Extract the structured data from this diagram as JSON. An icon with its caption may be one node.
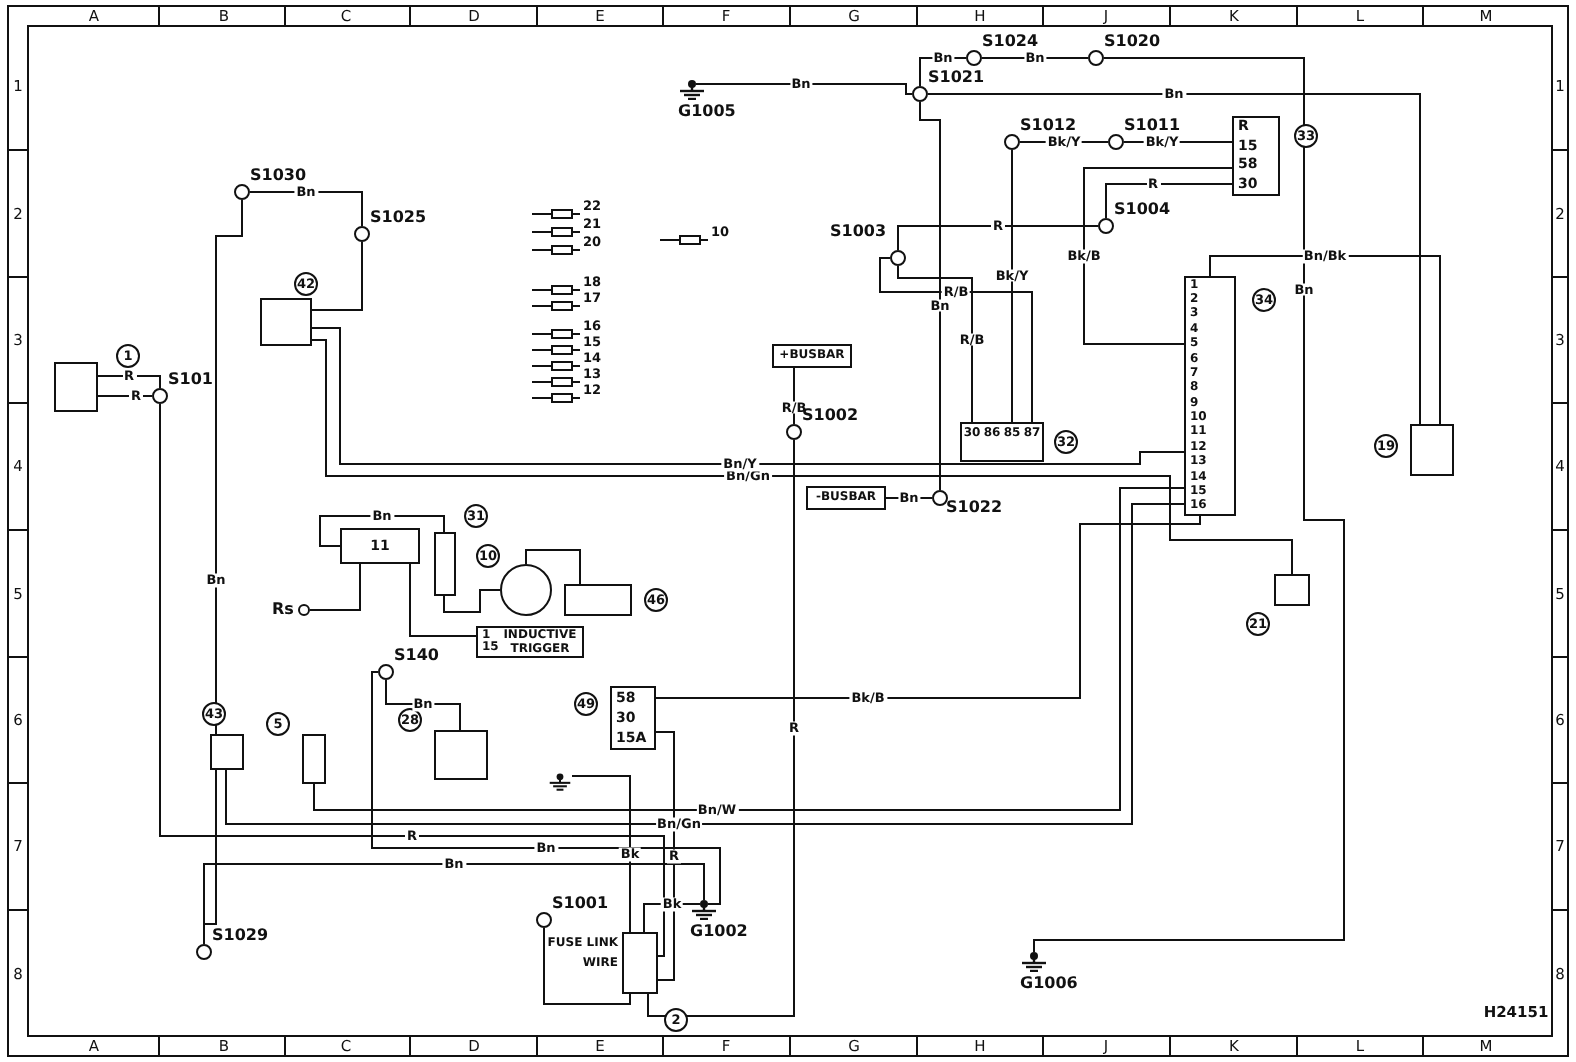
{
  "diagram": {
    "nodes": [
      {
        "text": [],
        "shape": "box",
        "beside": [
          "1"
        ]
      },
      {
        "text": [
          "S101"
        ]
      },
      {
        "text": [
          "S1030"
        ]
      },
      {
        "text": [
          "S1025"
        ]
      },
      {
        "text": [],
        "shape": "box",
        "beside": [
          "42"
        ]
      },
      {
        "text": [
          "G1005"
        ]
      },
      {
        "text": [
          "S1021"
        ]
      },
      {
        "text": [
          "S1024"
        ]
      },
      {
        "text": [
          "S1020"
        ]
      },
      {
        "text": [
          "S1012"
        ]
      },
      {
        "text": [
          "S1011"
        ]
      },
      {
        "text": [
          "R",
          "15",
          "58",
          "30"
        ],
        "beside": [
          "33"
        ]
      },
      {
        "text": [
          "S1004"
        ]
      },
      {
        "text": [
          "S1003"
        ]
      },
      {
        "text": [
          "1",
          "2",
          "3",
          "4",
          "5",
          "6",
          "7",
          "8",
          "9",
          "10",
          "11",
          "12",
          "13",
          "14",
          "15",
          "16"
        ],
        "beside": [
          "34"
        ]
      },
      {
        "text": [
          "+BUSBAR"
        ]
      },
      {
        "text": [
          "S1002"
        ]
      },
      {
        "text": [
          "30",
          "86",
          "85",
          "87"
        ],
        "beside": [
          "32"
        ]
      },
      {
        "text": [
          "-BUSBAR"
        ]
      },
      {
        "text": [
          "S1022"
        ]
      },
      {
        "text": [],
        "shape": "box",
        "beside": [
          "19"
        ]
      },
      {
        "text": [],
        "shape": "box",
        "beside": [
          "21"
        ]
      },
      {
        "text": [
          "11"
        ]
      },
      {
        "text": [],
        "shape": "box",
        "beside": [
          "31"
        ]
      },
      {
        "text": [],
        "shape": "circle",
        "beside": [
          "10"
        ]
      },
      {
        "text": [],
        "shape": "box",
        "beside": [
          "46"
        ]
      },
      {
        "text": [
          "1",
          "15",
          "INDUCTIVE TRIGGER"
        ]
      },
      {
        "text": [
          "Rs"
        ]
      },
      {
        "text": [
          "S140"
        ]
      },
      {
        "text": [],
        "shape": "box",
        "beside": [
          "43"
        ]
      },
      {
        "text": [],
        "shape": "box",
        "beside": [
          "5"
        ]
      },
      {
        "text": [],
        "shape": "box",
        "beside": [
          "28"
        ]
      },
      {
        "text": [
          "58",
          "30",
          "15A"
        ],
        "beside": [
          "49"
        ]
      },
      {
        "text": [],
        "shape": "ground"
      },
      {
        "text": [
          "S1001"
        ]
      },
      {
        "text": [
          "FUSE LINK WIRE"
        ],
        "beside": [
          "2"
        ]
      },
      {
        "text": [
          "G1002"
        ]
      },
      {
        "text": [
          "S1029"
        ]
      },
      {
        "text": [
          "G1006"
        ]
      }
    ],
    "edges": [
      {
        "from": 0,
        "to": 1,
        "arrow": "none",
        "label": "R"
      },
      {
        "from": 0,
        "to": 1,
        "arrow": "none",
        "label": "R"
      },
      {
        "from": 2,
        "to": 3,
        "arrow": "none",
        "label": "Bn"
      },
      {
        "from": 3,
        "to": 4,
        "arrow": "none"
      },
      {
        "from": 2,
        "to": 37,
        "arrow": "none",
        "label": "Bn"
      },
      {
        "from": 5,
        "to": 6,
        "arrow": "none",
        "label": "Bn"
      },
      {
        "from": 6,
        "to": 7,
        "arrow": "none",
        "label": "Bn"
      },
      {
        "from": 7,
        "to": 8,
        "arrow": "none",
        "label": "Bn"
      },
      {
        "from": 8,
        "to": 38,
        "arrow": "none",
        "label": "Bn"
      },
      {
        "from": 6,
        "to": 20,
        "arrow": "none",
        "label": "Bn"
      },
      {
        "from": 9,
        "to": 10,
        "arrow": "none",
        "label": "Bk/Y"
      },
      {
        "from": 10,
        "to": 11,
        "arrow": "none",
        "label": "Bk/Y"
      },
      {
        "from": 11,
        "to": 14,
        "arrow": "none",
        "label": "Bk/B"
      },
      {
        "from": 12,
        "to": 11,
        "arrow": "none",
        "label": "R"
      },
      {
        "from": 13,
        "to": 12,
        "arrow": "none",
        "label": "R"
      },
      {
        "from": 13,
        "to": 17,
        "arrow": "none",
        "label": "R/B"
      },
      {
        "from": 13,
        "to": 17,
        "arrow": "none",
        "label": "R/B"
      },
      {
        "from": 16,
        "to": 15,
        "arrow": "none",
        "label": "R/B"
      },
      {
        "from": 18,
        "to": 19,
        "arrow": "none",
        "label": "Bn"
      },
      {
        "from": 14,
        "to": 20,
        "arrow": "none",
        "label": "Bn/Bk"
      },
      {
        "from": 4,
        "to": 21,
        "arrow": "none",
        "label": "Bn/Gn"
      },
      {
        "from": 4,
        "to": 14,
        "arrow": "none",
        "label": "Bn/Y"
      },
      {
        "from": 23,
        "to": 22,
        "arrow": "none",
        "label": "Bn"
      },
      {
        "from": 26,
        "to": 22,
        "arrow": "none"
      },
      {
        "from": 23,
        "to": 24,
        "arrow": "none"
      },
      {
        "from": 24,
        "to": 25,
        "arrow": "none"
      },
      {
        "from": 27,
        "to": 22,
        "arrow": "none"
      },
      {
        "from": 28,
        "to": 31,
        "arrow": "none",
        "label": "Bn"
      },
      {
        "from": 32,
        "to": 14,
        "arrow": "none",
        "label": "Bk/B"
      },
      {
        "from": 33,
        "to": 35,
        "arrow": "none",
        "label": "Bk"
      },
      {
        "from": 35,
        "to": 36,
        "arrow": "none",
        "label": "Bk"
      },
      {
        "from": 34,
        "to": 35,
        "arrow": "none"
      },
      {
        "from": 37,
        "to": 36,
        "arrow": "none",
        "label": "Bn"
      },
      {
        "from": 28,
        "to": 36,
        "arrow": "none",
        "label": "Bn"
      },
      {
        "from": 30,
        "to": 14,
        "arrow": "none",
        "label": "Bn/W"
      },
      {
        "from": 29,
        "to": 14,
        "arrow": "none",
        "label": "Bn/Gn"
      },
      {
        "from": 1,
        "to": 35,
        "arrow": "none",
        "label": "R"
      },
      {
        "from": 32,
        "to": 35,
        "arrow": "none",
        "label": "R"
      },
      {
        "from": 16,
        "to": 35,
        "arrow": "none",
        "label": "R"
      },
      {
        "from": 19,
        "to": 6,
        "arrow": "none",
        "label": "Bn"
      },
      {
        "from": 9,
        "to": 17,
        "arrow": "none",
        "label": "Bk/Y"
      }
    ],
    "labels": [
      "A",
      "B",
      "C",
      "D",
      "E",
      "F",
      "G",
      "H",
      "J",
      "K",
      "L",
      "M",
      "1",
      "2",
      "3",
      "4",
      "5",
      "6",
      "7",
      "8",
      "1",
      "2",
      "3",
      "4",
      "5",
      "6",
      "7",
      "8",
      "22",
      "21",
      "20",
      "18",
      "17",
      "16",
      "15",
      "14",
      "13",
      "12",
      "10",
      "A",
      "B",
      "C",
      "D",
      "E",
      "F",
      "G",
      "H",
      "J",
      "K",
      "L",
      "M",
      "H24151"
    ]
  }
}
